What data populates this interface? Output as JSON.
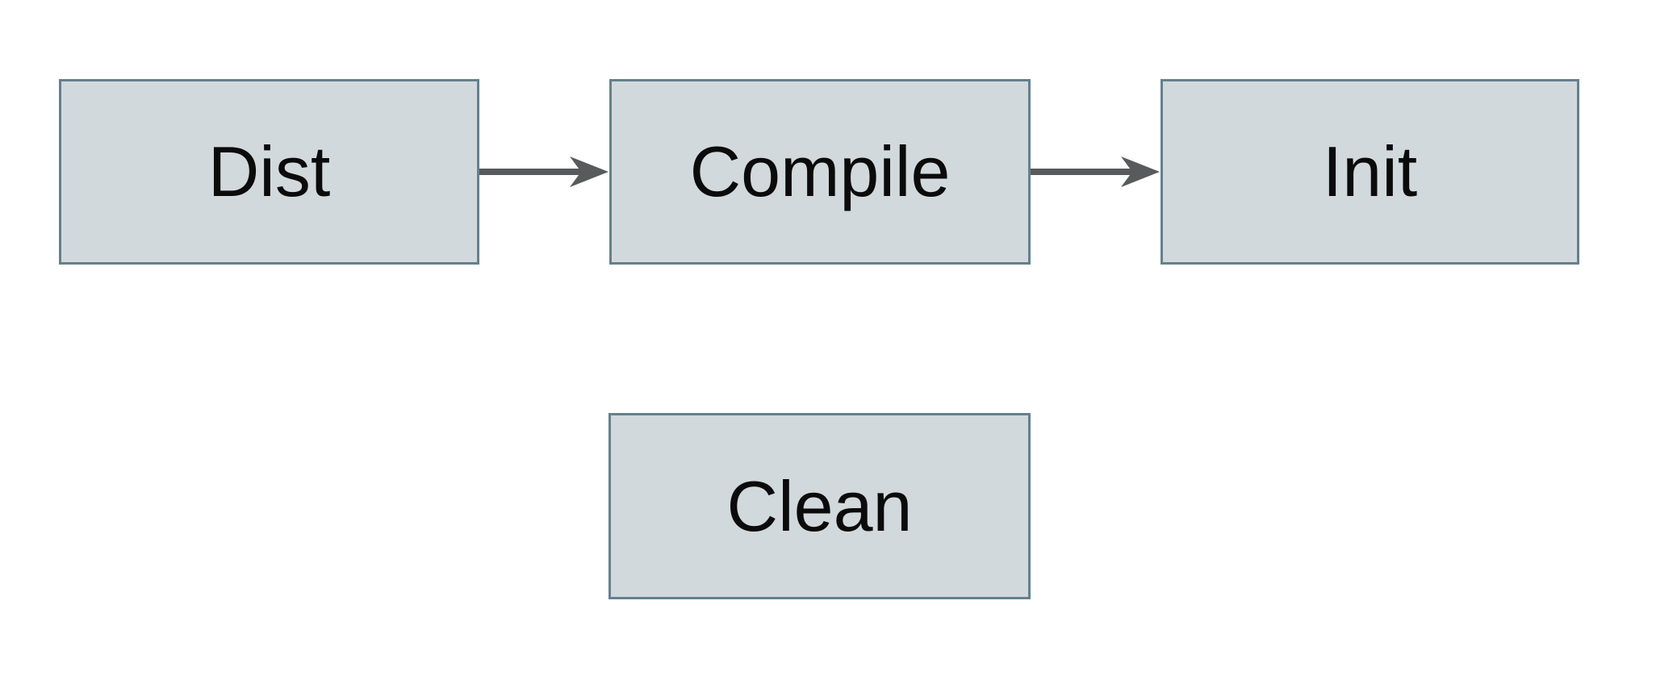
{
  "diagram": {
    "nodes": [
      {
        "id": "dist",
        "label": "Dist"
      },
      {
        "id": "compile",
        "label": "Compile"
      },
      {
        "id": "init",
        "label": "Init"
      },
      {
        "id": "clean",
        "label": "Clean"
      }
    ],
    "edges": [
      {
        "from": "Dist",
        "to": "Compile"
      },
      {
        "from": "Compile",
        "to": "Init"
      }
    ],
    "colors": {
      "node_fill": "#d2d9dc",
      "node_border": "#65808d",
      "arrow": "#595a5c",
      "text": "#0b0b0b",
      "background": "#ffffff"
    }
  }
}
